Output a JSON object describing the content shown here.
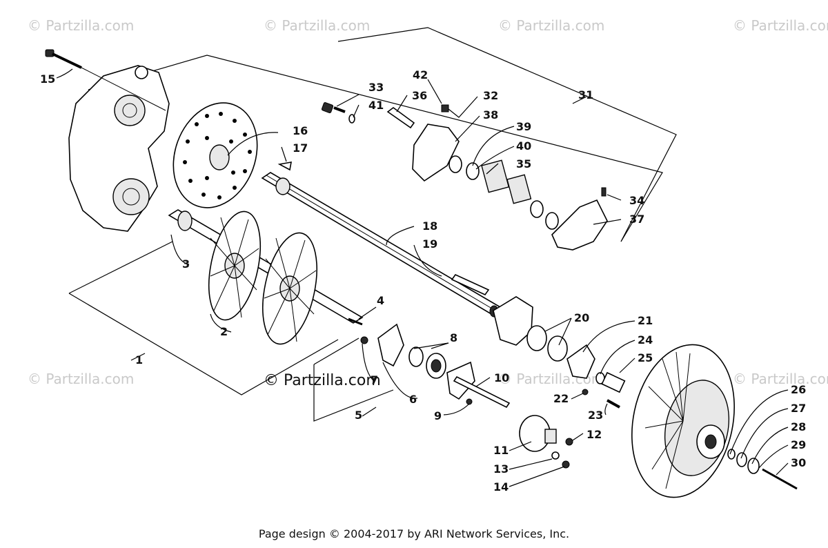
{
  "watermarks": [
    "© Partzilla.com",
    "© Partzilla.com",
    "© Partzilla.com",
    "© Partzilla.com",
    "© Partzilla.com",
    "© Partzilla.com",
    "© Partzilla.com",
    "© Partzilla.com"
  ],
  "center_watermark": "© Partzilla.com",
  "footer": "Page design © 2004-2017 by ARI Network Services, Inc.",
  "callouts": {
    "c1": "1",
    "c2": "2",
    "c3": "3",
    "c4": "4",
    "c5": "5",
    "c6": "6",
    "c7": "7",
    "c8": "8",
    "c9": "9",
    "c10": "10",
    "c11": "11",
    "c12": "12",
    "c13": "13",
    "c14": "14",
    "c15": "15",
    "c16": "16",
    "c17": "17",
    "c18": "18",
    "c19": "19",
    "c20": "20",
    "c21": "21",
    "c22": "22",
    "c23": "23",
    "c24": "24",
    "c25": "25",
    "c26": "26",
    "c27": "27",
    "c28": "28",
    "c29": "29",
    "c30": "30",
    "c31": "31",
    "c32": "32",
    "c33": "33",
    "c34": "34",
    "c35": "35",
    "c36": "36",
    "c37": "37",
    "c38": "38",
    "c39": "39",
    "c40": "40",
    "c41": "41",
    "c42": "42"
  }
}
